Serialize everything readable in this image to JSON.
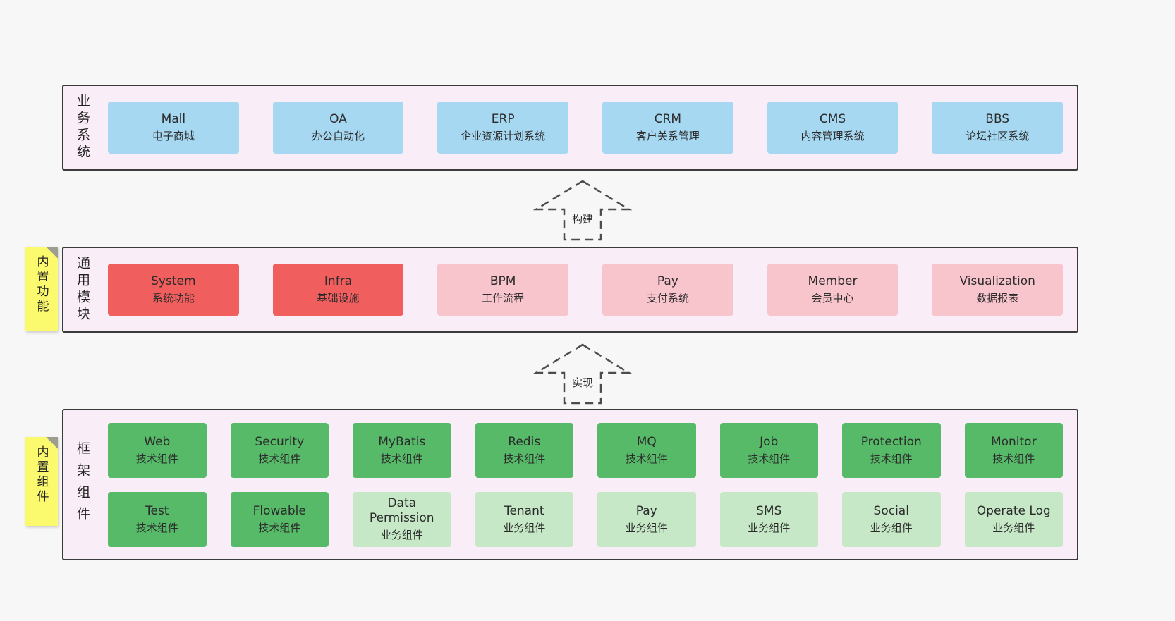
{
  "page": {
    "background": "#f7f7f7"
  },
  "colors": {
    "container_fill": "#f9eef7",
    "container_border": "#3b3b3b",
    "blue_box": "#a7d8f2",
    "red_box": "#f15e5e",
    "pink_box": "#f9c5cd",
    "green_box": "#57ba68",
    "light_green_box": "#c6e8c7",
    "sticky_yellow": "#fbf96d",
    "text": "#2b2b2b"
  },
  "arrows": {
    "build_label": "构建",
    "implement_label": "实现"
  },
  "sections": {
    "business": {
      "label": "业务系统",
      "boxes": [
        {
          "title": "Mall",
          "subtitle": "电子商城"
        },
        {
          "title": "OA",
          "subtitle": "办公自动化"
        },
        {
          "title": "ERP",
          "subtitle": "企业资源计划系统"
        },
        {
          "title": "CRM",
          "subtitle": "客户关系管理"
        },
        {
          "title": "CMS",
          "subtitle": "内容管理系统"
        },
        {
          "title": "BBS",
          "subtitle": "论坛社区系统"
        }
      ]
    },
    "modules": {
      "label": "通用模块",
      "sticky": "内置功能",
      "boxes": [
        {
          "title": "System",
          "subtitle": "系统功能"
        },
        {
          "title": "Infra",
          "subtitle": "基础设施"
        },
        {
          "title": "BPM",
          "subtitle": "工作流程"
        },
        {
          "title": "Pay",
          "subtitle": "支付系统"
        },
        {
          "title": "Member",
          "subtitle": "会员中心"
        },
        {
          "title": "Visualization",
          "subtitle": "数据报表"
        }
      ]
    },
    "components": {
      "label": "框架组件",
      "sticky": "内置组件",
      "row1": [
        {
          "title": "Web",
          "subtitle": "技术组件"
        },
        {
          "title": "Security",
          "subtitle": "技术组件"
        },
        {
          "title": "MyBatis",
          "subtitle": "技术组件"
        },
        {
          "title": "Redis",
          "subtitle": "技术组件"
        },
        {
          "title": "MQ",
          "subtitle": "技术组件"
        },
        {
          "title": "Job",
          "subtitle": "技术组件"
        },
        {
          "title": "Protection",
          "subtitle": "技术组件"
        },
        {
          "title": "Monitor",
          "subtitle": "技术组件"
        }
      ],
      "row2": [
        {
          "title": "Test",
          "subtitle": "技术组件"
        },
        {
          "title": "Flowable",
          "subtitle": "技术组件"
        },
        {
          "title": "Data Permission",
          "subtitle": "业务组件"
        },
        {
          "title": "Tenant",
          "subtitle": "业务组件"
        },
        {
          "title": "Pay",
          "subtitle": "业务组件"
        },
        {
          "title": "SMS",
          "subtitle": "业务组件"
        },
        {
          "title": "Social",
          "subtitle": "业务组件"
        },
        {
          "title": "Operate Log",
          "subtitle": "业务组件"
        }
      ]
    }
  }
}
